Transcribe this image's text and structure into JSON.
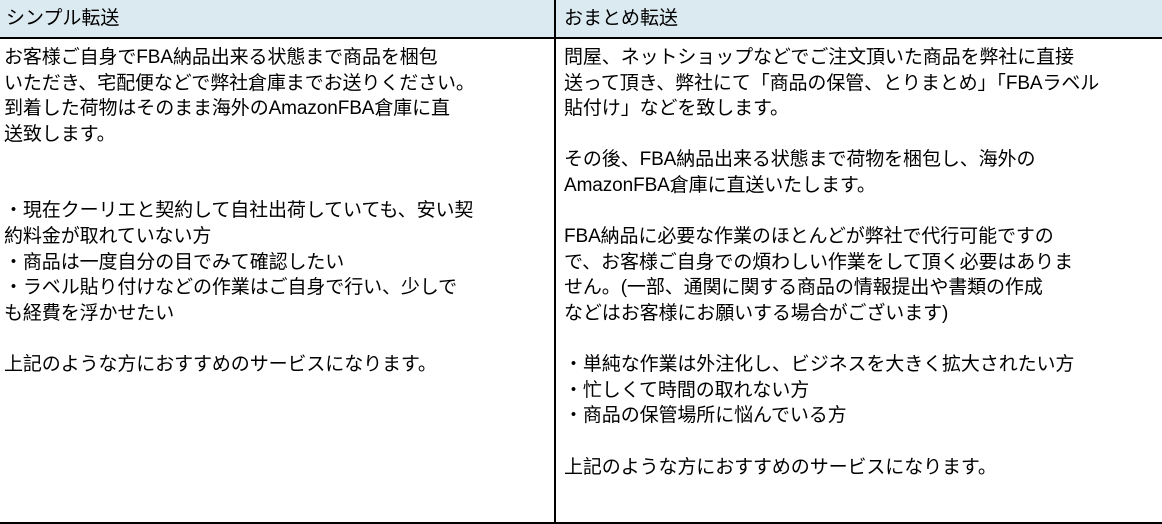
{
  "table": {
    "columns": [
      {
        "key": "simple",
        "header": "シンプル転送",
        "blocks": [
          {
            "type": "paragraph",
            "text": "お客様ご自身でFBA納品出来る状態まで商品を梱包\nいただき、宅配便などで弊社倉庫までお送りください。\n到着した荷物はそのまま海外のAmazonFBA倉庫に直\n送致します。"
          },
          {
            "type": "list",
            "text": "・現在クーリエと契約して自社出荷していても、安い契\n約料金が取れていない方\n・商品は一度自分の目でみて確認したい\n・ラベル貼り付けなどの作業はご自身で行い、少しで\nも経費を浮かせたい"
          },
          {
            "type": "paragraph",
            "text": "上記のような方におすすめのサービスになります。"
          }
        ]
      },
      {
        "key": "consolidated",
        "header": "おまとめ転送",
        "blocks": [
          {
            "type": "paragraph",
            "text": "問屋、ネットショップなどでご注文頂いた商品を弊社に直接\n送って頂き、弊社にて「商品の保管、とりまとめ」「FBAラベル\n貼付け」などを致します。"
          },
          {
            "type": "paragraph",
            "text": "その後、FBA納品出来る状態まで荷物を梱包し、海外の\nAmazonFBA倉庫に直送いたします。"
          },
          {
            "type": "paragraph",
            "text": "FBA納品に必要な作業のほとんどが弊社で代行可能ですの\nで、お客様ご自身での煩わしい作業をして頂く必要はありま\nせん。(一部、通関に関する商品の情報提出や書類の作成\nなどはお客様にお願いする場合がございます)"
          },
          {
            "type": "list",
            "text": "・単純な作業は外注化し、ビジネスを大きく拡大されたい方\n・忙しくて時間の取れない方\n・商品の保管場所に悩んでいる方"
          },
          {
            "type": "paragraph",
            "text": "上記のような方におすすめのサービスになります。"
          }
        ]
      }
    ]
  },
  "colors": {
    "header_background": "#dbe9f0",
    "border": "#000000",
    "text": "#000000",
    "body_background": "#ffffff"
  }
}
